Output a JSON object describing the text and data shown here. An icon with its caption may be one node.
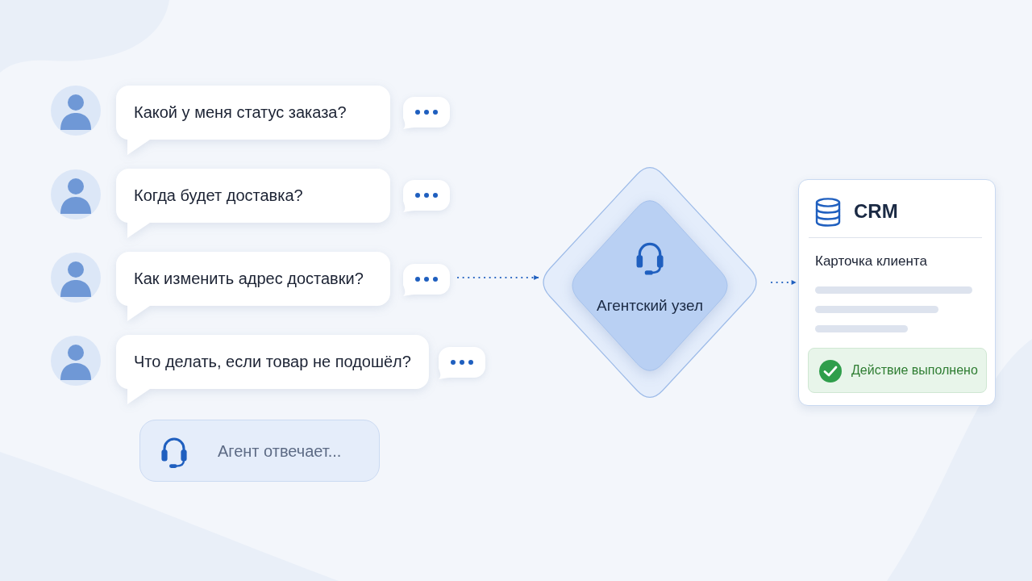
{
  "diagram": {
    "nodes": [
      {
        "text": [
          "Какой у меня статус заказа?"
        ]
      },
      {
        "text": [],
        "shape": "box"
      },
      {
        "text": [
          "Когда будет доставка?"
        ]
      },
      {
        "text": [],
        "shape": "box"
      },
      {
        "text": [
          "Как изменить адрес доставки?"
        ]
      },
      {
        "text": [],
        "shape": "box"
      },
      {
        "text": [
          "Что делать, если товар не подошёл?"
        ]
      },
      {
        "text": [],
        "shape": "box"
      },
      {
        "text": [
          "Агент отвечает..."
        ]
      },
      {
        "text": [
          "Агентский узел"
        ]
      },
      {
        "text": [
          "CRM",
          "Карточка клиента"
        ]
      },
      {
        "text": [
          "Действие выполнено"
        ],
        "in": 10
      }
    ],
    "edges": [
      {
        "from": 5,
        "to": 9,
        "arrow": "to",
        "style": "dashed"
      },
      {
        "from": 9,
        "to": 10,
        "arrow": "to",
        "style": "dashed"
      }
    ]
  }
}
